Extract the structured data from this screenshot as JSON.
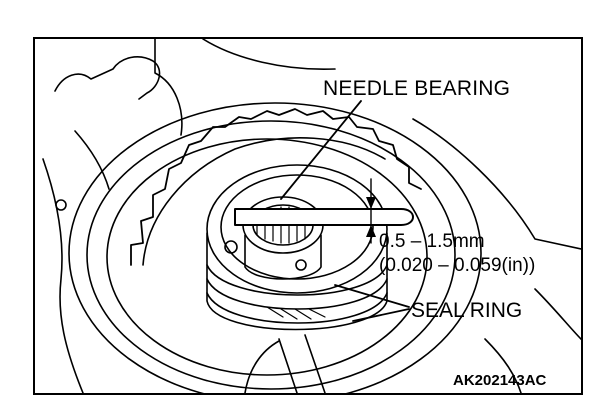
{
  "labels": {
    "needle_bearing": "NEEDLE BEARING",
    "clearance_mm": "0.5 – 1.5mm",
    "clearance_in": "(0.020 – 0.059(in))",
    "seal_ring": "SEAL RING",
    "figure_code": "AK202143AC"
  },
  "colors": {
    "line": "#000000",
    "background": "#ffffff"
  }
}
